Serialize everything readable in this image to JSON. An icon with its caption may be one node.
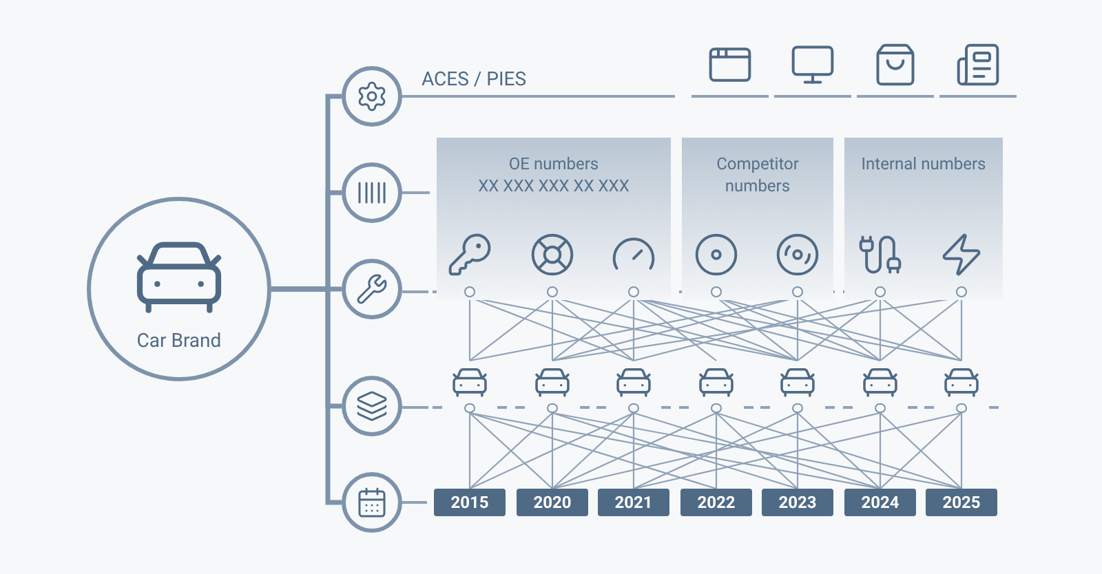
{
  "diagram": {
    "nodes": [
      {
        "text": [
          "Car Brand"
        ]
      },
      {
        "text": [],
        "shape": "circle"
      },
      {
        "text": [],
        "shape": "circle"
      },
      {
        "text": [],
        "shape": "circle"
      },
      {
        "text": [],
        "shape": "circle"
      },
      {
        "text": [],
        "shape": "circle"
      },
      {
        "text": [
          "OE numbers",
          "XX XXX XXX XX XXX"
        ]
      },
      {
        "text": [
          "Competitor numbers"
        ]
      },
      {
        "text": [
          "Internal numbers"
        ]
      },
      {
        "text": [],
        "shape": "picture",
        "in": 6
      },
      {
        "text": [],
        "shape": "picture",
        "in": 6
      },
      {
        "text": [],
        "shape": "picture",
        "in": 6
      },
      {
        "text": [],
        "shape": "picture",
        "in": 7
      },
      {
        "text": [],
        "shape": "picture",
        "in": 7
      },
      {
        "text": [],
        "shape": "picture",
        "in": 8
      },
      {
        "text": [],
        "shape": "picture",
        "in": 8
      },
      {
        "text": [],
        "shape": "picture"
      },
      {
        "text": [],
        "shape": "picture"
      },
      {
        "text": [],
        "shape": "picture"
      },
      {
        "text": [],
        "shape": "picture"
      },
      {
        "text": [],
        "shape": "picture"
      },
      {
        "text": [],
        "shape": "picture"
      },
      {
        "text": [],
        "shape": "picture"
      },
      {
        "text": [
          "2015"
        ]
      },
      {
        "text": [
          "2020"
        ]
      },
      {
        "text": [
          "2021"
        ]
      },
      {
        "text": [
          "2022"
        ]
      },
      {
        "text": [
          "2023"
        ]
      },
      {
        "text": [
          "2024"
        ]
      },
      {
        "text": [
          "2025"
        ]
      }
    ],
    "edges": [
      {
        "from": 0,
        "to": 1,
        "arrow": "none",
        "style": "thick"
      },
      {
        "from": 0,
        "to": 2,
        "arrow": "none",
        "style": "thick"
      },
      {
        "from": 0,
        "to": 3,
        "arrow": "none",
        "style": "thick"
      },
      {
        "from": 0,
        "to": 4,
        "arrow": "none",
        "style": "thick"
      },
      {
        "from": 0,
        "to": 5,
        "arrow": "none",
        "style": "thick"
      },
      {
        "from": 9,
        "to": 16,
        "arrow": "none"
      },
      {
        "from": 9,
        "to": 18,
        "arrow": "none"
      },
      {
        "from": 9,
        "to": 20,
        "arrow": "none"
      },
      {
        "from": 10,
        "to": 16,
        "arrow": "none"
      },
      {
        "from": 10,
        "to": 17,
        "arrow": "none"
      },
      {
        "from": 10,
        "to": 18,
        "arrow": "none"
      },
      {
        "from": 10,
        "to": 20,
        "arrow": "none"
      },
      {
        "from": 11,
        "to": 17,
        "arrow": "none"
      },
      {
        "from": 11,
        "to": 18,
        "arrow": "none"
      },
      {
        "from": 11,
        "to": 19,
        "arrow": "none"
      },
      {
        "from": 11,
        "to": 20,
        "arrow": "none"
      },
      {
        "from": 11,
        "to": 21,
        "arrow": "none"
      },
      {
        "from": 11,
        "to": 22,
        "arrow": "none"
      },
      {
        "from": 12,
        "to": 20,
        "arrow": "none"
      },
      {
        "from": 12,
        "to": 21,
        "arrow": "none"
      },
      {
        "from": 12,
        "to": 22,
        "arrow": "none"
      },
      {
        "from": 13,
        "to": 16,
        "arrow": "none"
      },
      {
        "from": 13,
        "to": 17,
        "arrow": "none"
      },
      {
        "from": 13,
        "to": 20,
        "arrow": "none"
      },
      {
        "from": 13,
        "to": 21,
        "arrow": "none"
      },
      {
        "from": 14,
        "to": 18,
        "arrow": "none"
      },
      {
        "from": 14,
        "to": 20,
        "arrow": "none"
      },
      {
        "from": 14,
        "to": 21,
        "arrow": "none"
      },
      {
        "from": 14,
        "to": 22,
        "arrow": "none"
      },
      {
        "from": 15,
        "to": 17,
        "arrow": "none"
      },
      {
        "from": 15,
        "to": 21,
        "arrow": "none"
      },
      {
        "from": 15,
        "to": 22,
        "arrow": "none"
      },
      {
        "from": 16,
        "to": 23,
        "arrow": "none"
      },
      {
        "from": 16,
        "to": 24,
        "arrow": "none"
      },
      {
        "from": 16,
        "to": 26,
        "arrow": "none"
      },
      {
        "from": 16,
        "to": 28,
        "arrow": "none"
      },
      {
        "from": 17,
        "to": 23,
        "arrow": "none"
      },
      {
        "from": 17,
        "to": 24,
        "arrow": "none"
      },
      {
        "from": 17,
        "to": 27,
        "arrow": "none"
      },
      {
        "from": 17,
        "to": 29,
        "arrow": "none"
      },
      {
        "from": 18,
        "to": 23,
        "arrow": "none"
      },
      {
        "from": 18,
        "to": 24,
        "arrow": "none"
      },
      {
        "from": 18,
        "to": 25,
        "arrow": "none"
      },
      {
        "from": 18,
        "to": 28,
        "arrow": "none"
      },
      {
        "from": 19,
        "to": 24,
        "arrow": "none"
      },
      {
        "from": 19,
        "to": 26,
        "arrow": "none"
      },
      {
        "from": 19,
        "to": 27,
        "arrow": "none"
      },
      {
        "from": 19,
        "to": 29,
        "arrow": "none"
      },
      {
        "from": 20,
        "to": 25,
        "arrow": "none"
      },
      {
        "from": 20,
        "to": 27,
        "arrow": "none"
      },
      {
        "from": 20,
        "to": 28,
        "arrow": "none"
      },
      {
        "from": 21,
        "to": 24,
        "arrow": "none"
      },
      {
        "from": 21,
        "to": 28,
        "arrow": "none"
      },
      {
        "from": 21,
        "to": 29,
        "arrow": "none"
      },
      {
        "from": 22,
        "to": 25,
        "arrow": "none"
      },
      {
        "from": 22,
        "to": 28,
        "arrow": "none"
      },
      {
        "from": 22,
        "to": 29,
        "arrow": "none"
      }
    ],
    "labels": [
      "ACES / PIES"
    ]
  }
}
